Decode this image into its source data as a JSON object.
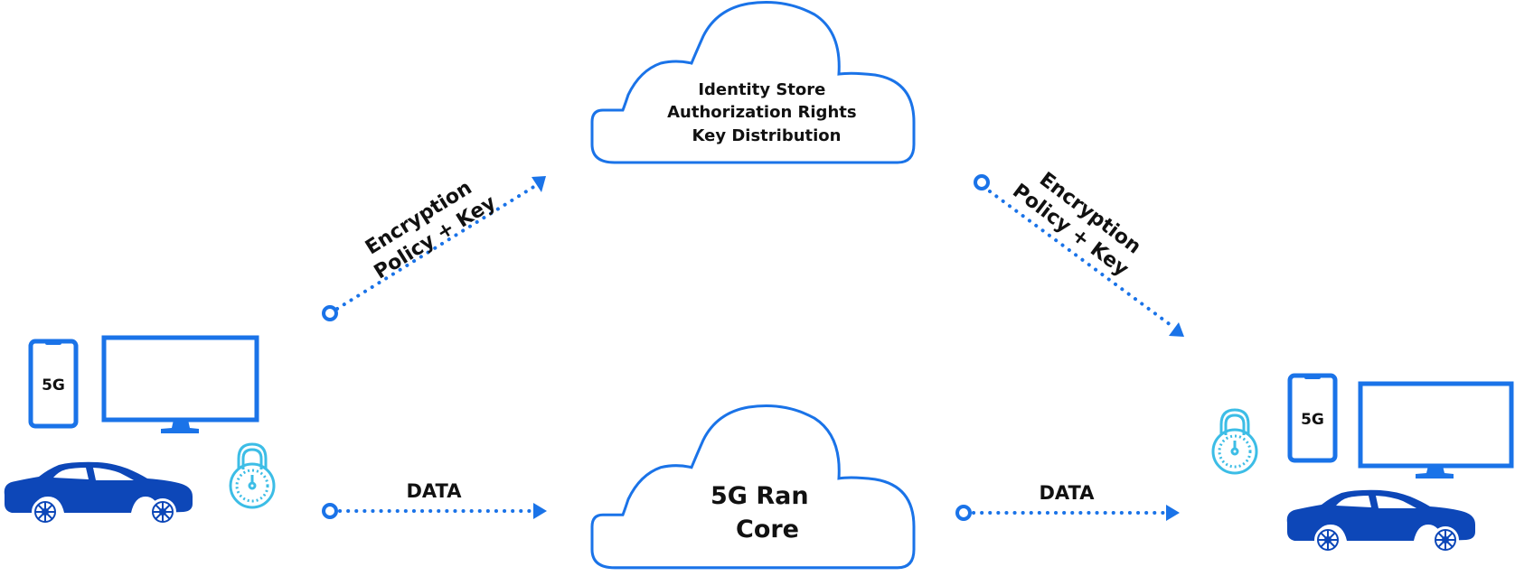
{
  "identity_cloud": {
    "lines": [
      "Identity Store",
      "Authorization Rights",
      "Key Distribution"
    ]
  },
  "ran_cloud": {
    "lines": [
      "5G Ran",
      "Core"
    ]
  },
  "flows": {
    "encryption_left": [
      "Encryption",
      "Policy + Key"
    ],
    "encryption_right": [
      "Encryption",
      "Policy + Key"
    ],
    "data_left": "DATA",
    "data_right": "DATA"
  },
  "devices": {
    "left_phone_label": "5G",
    "right_phone_label": "5G"
  },
  "icons": [
    "phone-icon",
    "monitor-icon",
    "car-icon",
    "padlock-icon",
    "cloud-icon"
  ],
  "colors": {
    "accent": "#1a73e8",
    "car": "#0d47b8",
    "lock": "#3cbde6",
    "text": "#111111"
  }
}
